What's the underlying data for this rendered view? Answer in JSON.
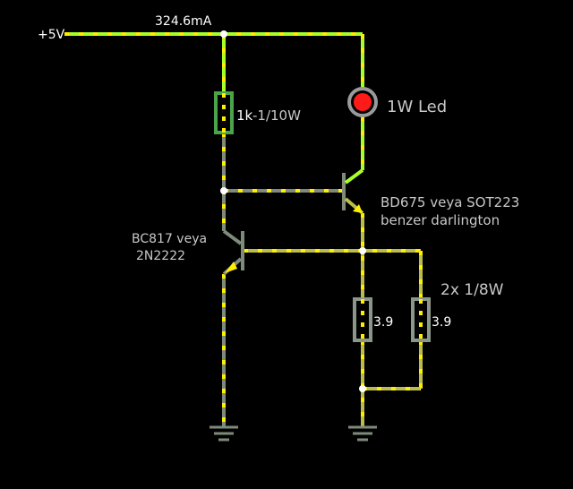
{
  "colors": {
    "background": "#000000",
    "wire_green": "#8ee233",
    "wire_bright": "#a6ff2a",
    "wire_grey": "#7e8a7a",
    "wire_olive": "#b9bd4a",
    "dash_yellow": "#ffee00",
    "component_grey": "#8a968a",
    "led_red": "#ff1a1a",
    "label": "#ffffff"
  },
  "supply": {
    "label": "+5V",
    "current": "324.6mA"
  },
  "resistor_base": {
    "value": "1k",
    "rating": "-1/10W"
  },
  "led": {
    "label": "1W Led"
  },
  "q_power": {
    "line1": "BD675 veya SOT223",
    "line2": "benzer darlington"
  },
  "q_driver": {
    "line1": "BC817 veya",
    "line2": "2N2222"
  },
  "sense_resistors": {
    "note": "2x 1/8W",
    "r1_value": "3.9",
    "r2_value": "3.9"
  }
}
